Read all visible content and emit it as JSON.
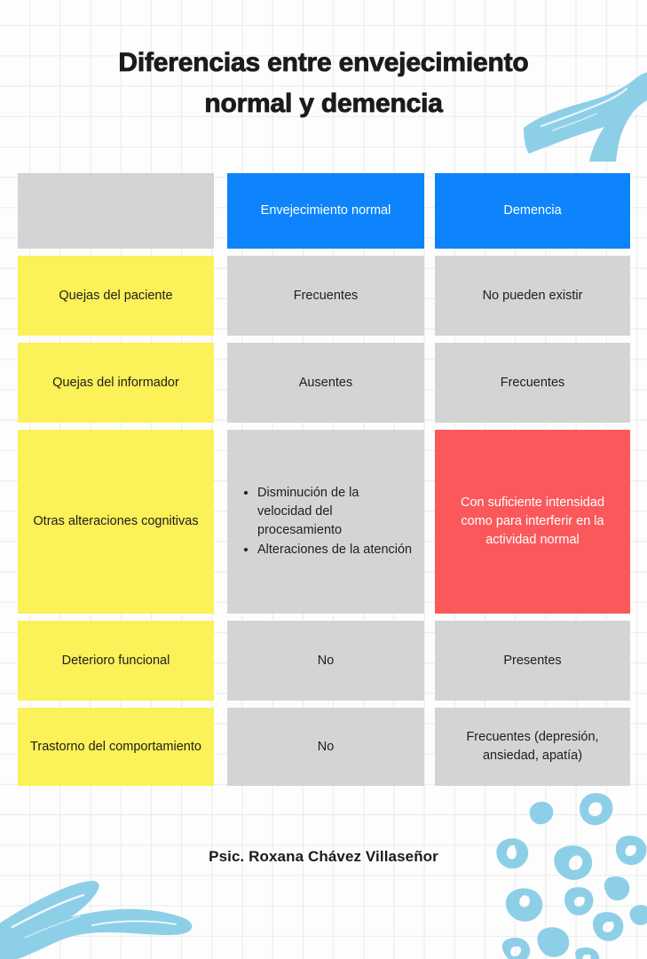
{
  "title": {
    "line1": "Diferencias entre envejecimiento",
    "line2": "normal y demencia"
  },
  "table": {
    "header": {
      "label_col": "",
      "col_normal": "Envejecimiento normal",
      "col_dementia": "Demencia"
    },
    "rows": [
      {
        "label": "Quejas del paciente",
        "normal": "Frecuentes",
        "dementia": "No pueden existir"
      },
      {
        "label": "Quejas del informador",
        "normal": "Ausentes",
        "dementia": "Frecuentes"
      },
      {
        "label": "Otras alteraciones cognitivas",
        "normal_bullets": [
          "Disminución de la velocidad del procesamiento",
          "Alteraciones de la atención"
        ],
        "dementia": "Con suficiente intensidad como para interferir en la actividad normal"
      },
      {
        "label": "Deterioro funcional",
        "normal": "No",
        "dementia": "Presentes"
      },
      {
        "label": "Trastorno del comportamiento",
        "normal": "No",
        "dementia": "Frecuentes (depresión, ansiedad, apatía)"
      }
    ]
  },
  "footer": {
    "author": "Psic. Roxana Chávez Villaseñor"
  },
  "colors": {
    "blue_header": "#0d84fb",
    "yellow_label": "#fbf158",
    "gray_cell": "#d4d4d4",
    "red_highlight": "#fb585c",
    "decoration_blue": "#8ecfe8",
    "grid_line": "#e8eaec",
    "text_dark": "#1b1b1d",
    "background": "#fdfdfd"
  }
}
